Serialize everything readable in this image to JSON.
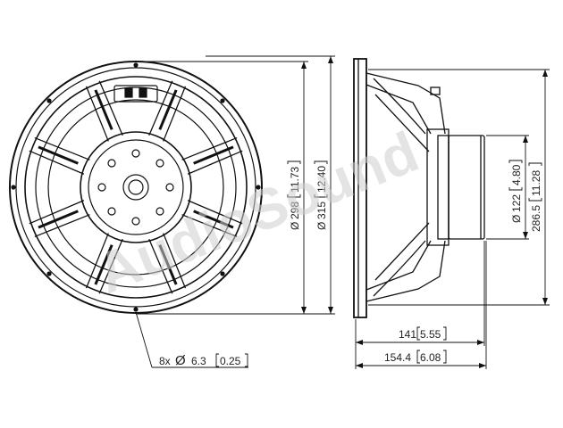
{
  "colors": {
    "line": "#111111",
    "watermark": "#cfcfcf"
  },
  "watermark": {
    "text": "AudioSound"
  },
  "dimensions": {
    "d298": {
      "prefix": "Ø",
      "mm": "298",
      "inch": "11.73"
    },
    "d315": {
      "prefix": "Ø",
      "mm": "315",
      "inch": "12.40"
    },
    "d122": {
      "prefix": "Ø",
      "mm": "122",
      "inch": "4.80"
    },
    "h286": {
      "mm": "286.5",
      "inch": "11.28"
    },
    "w141": {
      "mm": "141",
      "inch": "5.55"
    },
    "w154": {
      "mm": "154.4",
      "inch": "6.08"
    },
    "holes": {
      "count": "8x",
      "prefix": "Ø",
      "mm": "6.3",
      "inch": "0.25"
    }
  }
}
